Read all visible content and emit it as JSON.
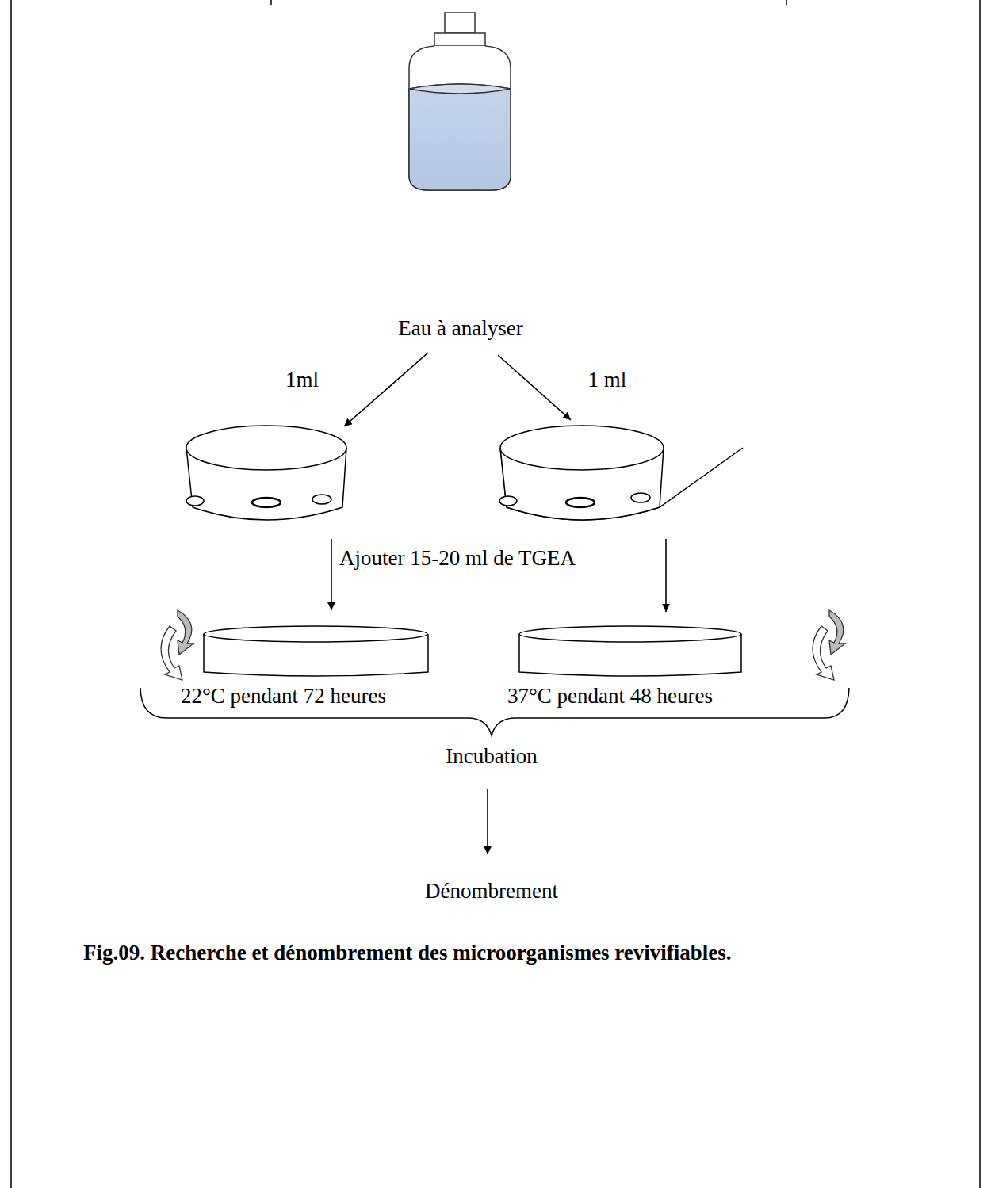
{
  "diagram": {
    "caption": "Fig.09. Recherche et dénombrement des microorganismes revivifiables.",
    "labels": [
      "Eau à analyser",
      "1ml",
      "1 ml",
      "Ajouter 15-20 ml de TGEA",
      "22°C pendant 72 heures",
      "37°C pendant 48 heures",
      "Incubation",
      "Dénombrement"
    ]
  }
}
